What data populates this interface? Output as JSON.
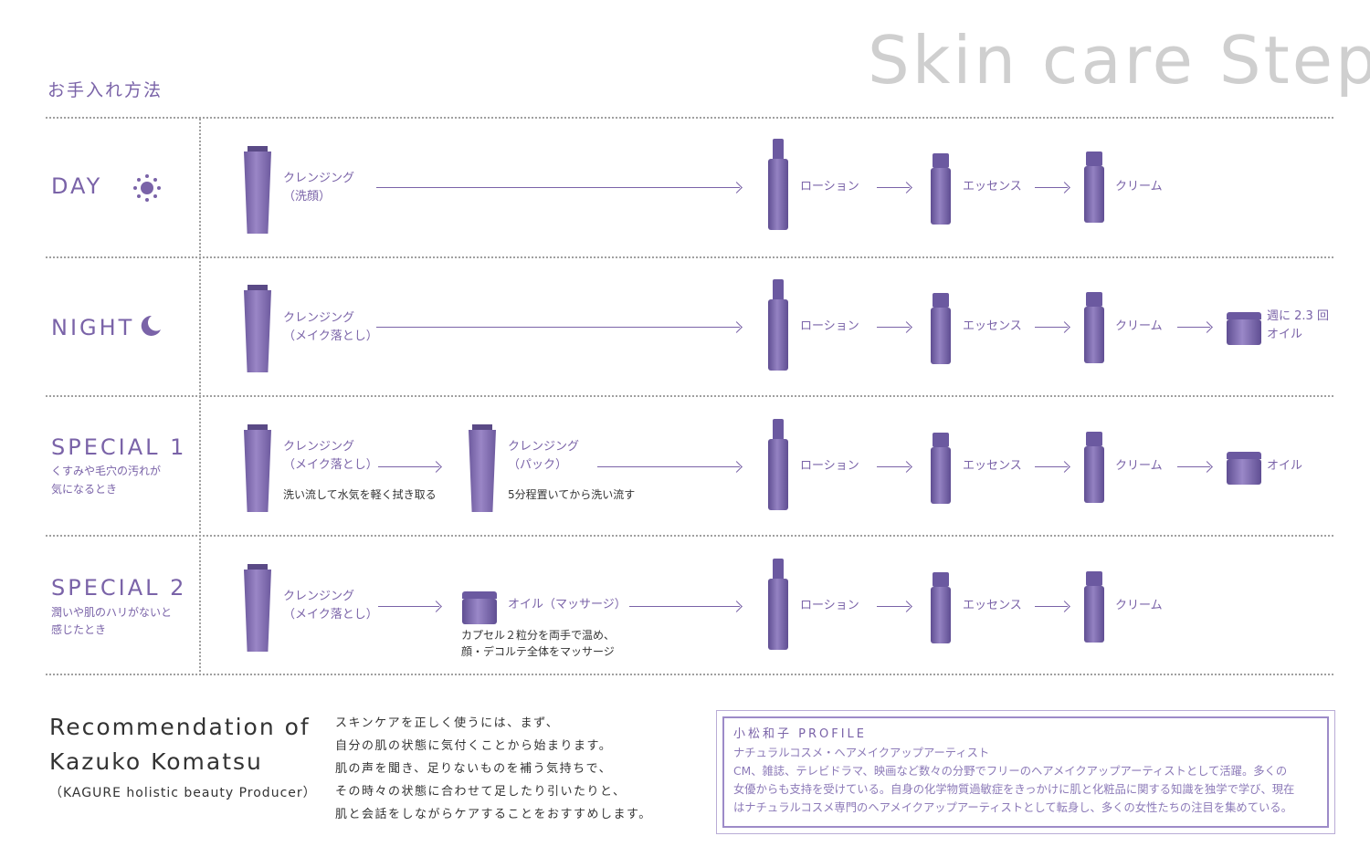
{
  "header": {
    "title": "Skin care Step",
    "subtitle": "お手入れ方法"
  },
  "rows": [
    {
      "title": "DAY",
      "icon": "sun-icon",
      "steps": [
        {
          "label1": "クレンジング",
          "label2": "（洗顔）"
        },
        {
          "label": "ローション"
        },
        {
          "label": "エッセンス"
        },
        {
          "label": "クリーム"
        }
      ]
    },
    {
      "title": "NIGHT",
      "icon": "moon-icon",
      "steps": [
        {
          "label1": "クレンジング",
          "label2": "（メイク落とし）"
        },
        {
          "label": "ローション"
        },
        {
          "label": "エッセンス"
        },
        {
          "label": "クリーム"
        },
        {
          "label1": "週に 2.3 回",
          "label2": "オイル"
        }
      ]
    },
    {
      "title": "SPECIAL 1",
      "sub1": "くすみや毛穴の汚れが",
      "sub2": "気になるとき",
      "steps": [
        {
          "label1": "クレンジング",
          "label2": "（メイク落とし）",
          "note": "洗い流して水気を軽く拭き取る"
        },
        {
          "label1": "クレンジング",
          "label2": "（パック）",
          "note": "5分程置いてから洗い流す"
        },
        {
          "label": "ローション"
        },
        {
          "label": "エッセンス"
        },
        {
          "label": "クリーム"
        },
        {
          "label": "オイル"
        }
      ]
    },
    {
      "title": "SPECIAL 2",
      "sub1": "潤いや肌のハリがないと",
      "sub2": "感じたとき",
      "steps": [
        {
          "label1": "クレンジング",
          "label2": "（メイク落とし）"
        },
        {
          "label": "オイル（マッサージ）",
          "note1": "カプセル２粒分を両手で温め、",
          "note2": "顔・デコルテ全体をマッサージ"
        },
        {
          "label": "ローション"
        },
        {
          "label": "エッセンス"
        },
        {
          "label": "クリーム"
        }
      ]
    }
  ],
  "recommendation": {
    "title1": "Recommendation of",
    "title2": "Kazuko Komatsu",
    "role": "（KAGURE holistic beauty Producer）",
    "lines": [
      "スキンケアを正しく使うには、まず、",
      "自分の肌の状態に気付くことから始まります。",
      "肌の声を聞き、足りないものを補う気持ちで、",
      "その時々の状態に合わせて足したり引いたりと、",
      "肌と会話をしながらケアすることをおすすめします。"
    ]
  },
  "profile": {
    "title": "小松和子 PROFILE",
    "lines": [
      "ナチュラルコスメ・ヘアメイクアップアーティスト",
      "CM、雑誌、テレビドラマ、映画など数々の分野でフリーのヘアメイクアップアーティストとして活躍。多くの",
      "女優からも支持を受けている。自身の化学物質過敏症をきっかけに肌と化粧品に関する知識を独学で学び、現在",
      "はナチュラルコスメ専門のヘアメイクアップアーティストとして転身し、多くの女性たちの注目を集めている。"
    ]
  },
  "colors": {
    "accent": "#7a63a8",
    "product": "#7f6bb3",
    "title_gray": "#cfcfcf"
  }
}
